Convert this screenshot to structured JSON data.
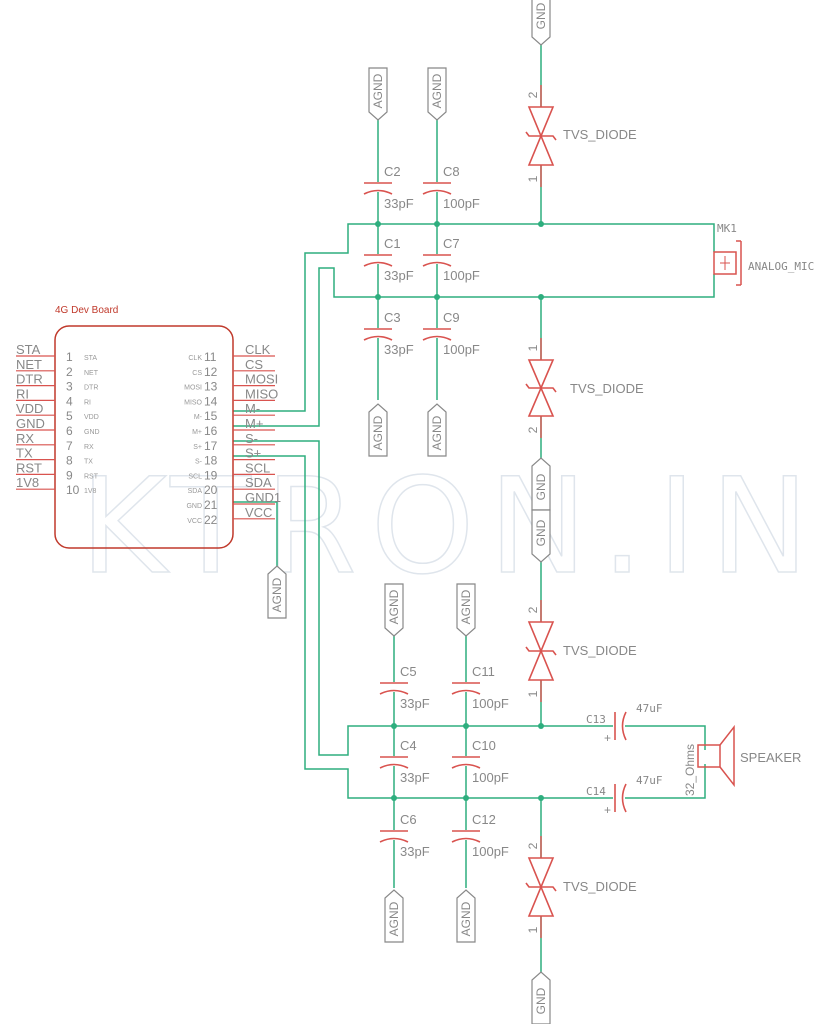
{
  "watermark": "KTRON.IN",
  "board": {
    "title": "4G Dev Board",
    "left_pins": [
      {
        "label": "STA",
        "num": "1",
        "inner": "STA"
      },
      {
        "label": "NET",
        "num": "2",
        "inner": "NET"
      },
      {
        "label": "DTR",
        "num": "3",
        "inner": "DTR"
      },
      {
        "label": "RI",
        "num": "4",
        "inner": "RI"
      },
      {
        "label": "VDD",
        "num": "5",
        "inner": "VDD"
      },
      {
        "label": "GND",
        "num": "6",
        "inner": "GND"
      },
      {
        "label": "RX",
        "num": "7",
        "inner": "RX"
      },
      {
        "label": "TX",
        "num": "8",
        "inner": "TX"
      },
      {
        "label": "RST",
        "num": "9",
        "inner": "RST"
      },
      {
        "label": "1V8",
        "num": "10",
        "inner": "1V8"
      }
    ],
    "right_pins": [
      {
        "label": "CLK",
        "num": "11",
        "inner": "CLK"
      },
      {
        "label": "CS",
        "num": "12",
        "inner": "CS"
      },
      {
        "label": "MOSI",
        "num": "13",
        "inner": "MOSI"
      },
      {
        "label": "MISO",
        "num": "14",
        "inner": "MISO"
      },
      {
        "label": "M-",
        "num": "15",
        "inner": "M-"
      },
      {
        "label": "M+",
        "num": "16",
        "inner": "M+"
      },
      {
        "label": "S-",
        "num": "17",
        "inner": "S+"
      },
      {
        "label": "S+",
        "num": "18",
        "inner": "S-"
      },
      {
        "label": "SCL",
        "num": "19",
        "inner": "SCL"
      },
      {
        "label": "SDA",
        "num": "20",
        "inner": "SDA"
      },
      {
        "label": "GND1",
        "num": "21",
        "inner": "GND"
      },
      {
        "label": "VCC",
        "num": "22",
        "inner": "VCC"
      }
    ]
  },
  "ground_labels": {
    "agnd": "AGND",
    "gnd": "GND"
  },
  "capacitors": {
    "c1": {
      "name": "C1",
      "value": "33pF"
    },
    "c2": {
      "name": "C2",
      "value": "33pF"
    },
    "c3": {
      "name": "C3",
      "value": "33pF"
    },
    "c7": {
      "name": "C7",
      "value": "100pF"
    },
    "c8": {
      "name": "C8",
      "value": "100pF"
    },
    "c9": {
      "name": "C9",
      "value": "100pF"
    },
    "c4": {
      "name": "C4",
      "value": "33pF"
    },
    "c5": {
      "name": "C5",
      "value": "33pF"
    },
    "c6": {
      "name": "C6",
      "value": "33pF"
    },
    "c10": {
      "name": "C10",
      "value": "100pF"
    },
    "c11": {
      "name": "C11",
      "value": "100pF"
    },
    "c12": {
      "name": "C12",
      "value": "100pF"
    },
    "c13": {
      "name": "C13",
      "value": "47uF"
    },
    "c14": {
      "name": "C14",
      "value": "47uF"
    }
  },
  "tvs_label": "TVS_DIODE",
  "tvs_pins": {
    "p1": "1",
    "p2": "2"
  },
  "mic": {
    "name": "MK1",
    "value": "ANALOG_MIC"
  },
  "speaker": {
    "name": "SPEAKER",
    "value": "32_Ohms"
  },
  "colors": {
    "wire": "#2eae7e",
    "component": "#d9534f",
    "board_outline": "#c0392b",
    "label_text": "#888888",
    "watermark": "#dfe5ec"
  }
}
